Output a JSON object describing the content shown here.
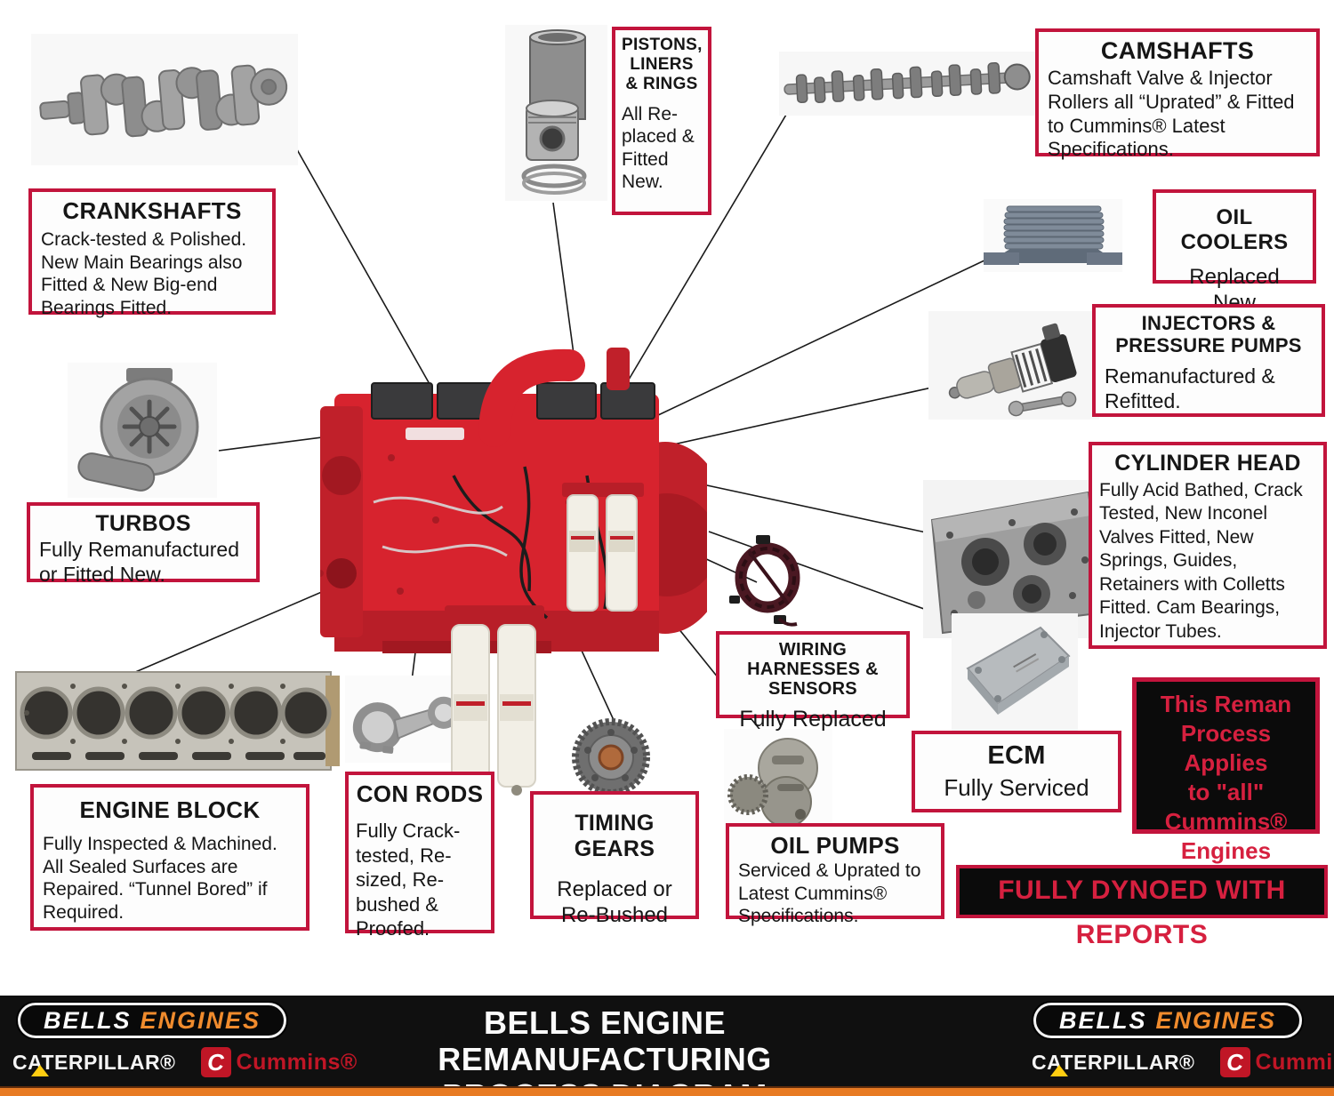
{
  "callouts": {
    "crankshafts": {
      "title": "CRANKSHAFTS",
      "body": "Crack-tested & Polished. New Main Bearings also Fitted & New Big-end Bearings Fitted."
    },
    "pistons": {
      "title": "PISTONS, LINERS & RINGS",
      "body": "All Re-placed & Fitted New."
    },
    "camshafts": {
      "title": "CAMSHAFTS",
      "body": "Camshaft Valve & Injector Rollers all “Uprated” & Fitted to Cummins® Latest Specifications."
    },
    "oil_coolers": {
      "title": "OIL COOLERS",
      "body": "Replaced New"
    },
    "injectors": {
      "title": "INJECTORS & PRESSURE PUMPS",
      "body": "Remanufactured & Refitted."
    },
    "cylinder_head": {
      "title": "CYLINDER HEAD",
      "body": "Fully Acid Bathed, Crack Tested, New Inconel Valves Fitted, New Springs, Guides, Retainers with Colletts Fitted. Cam Bearings, Injector Tubes."
    },
    "turbos": {
      "title": "TURBOS",
      "body": "Fully Remanufactured or Fitted New."
    },
    "engine_block": {
      "title": "ENGINE BLOCK",
      "body": "Fully Inspected & Machined. All Sealed Surfaces are Repaired. “Tunnel Bored” if Required."
    },
    "con_rods": {
      "title": "CON RODS",
      "body": "Fully Crack-tested, Re-sized, Re-bushed & Proofed."
    },
    "timing_gears": {
      "title": "TIMING GEARS",
      "body": "Replaced or Re-Bushed"
    },
    "oil_pumps": {
      "title": "OIL PUMPS",
      "body": "Serviced & Uprated to Latest Cummins® Specifications."
    },
    "wiring_harnesses": {
      "title": "WIRING HARNESSES & SENSORS",
      "body": "Fully Replaced"
    },
    "ecm": {
      "title": "ECM",
      "body": "Fully Serviced"
    }
  },
  "banners": {
    "reman_note": "This Reman\nProcess Applies\nto \"all\"\nCummins®\nEngines",
    "dyno_note": "FULLY DYNOED WITH REPORTS"
  },
  "footer": {
    "brand_bells": "BELLS",
    "brand_engines": "ENGINES",
    "caterpillar_label": "CATERPILLAR®",
    "cummins_label": "Cummins®",
    "cummins_monogram": "C",
    "title_line1": "BELLS ENGINE REMANUFACTURING",
    "title_line2": "PROCESS DIAGRAM"
  },
  "images": {
    "engine": "red-cummins-diesel-engine",
    "crankshaft": "crankshaft",
    "pistons": "piston-liner-and-rings",
    "camshaft": "camshaft",
    "oil_cooler": "oil-cooler",
    "injector": "injector-and-pressure-pump",
    "cylinder_head": "cylinder-head",
    "turbo": "turbocharger",
    "engine_block": "engine-block",
    "con_rod": "connecting-rod",
    "timing_gear": "timing-gear",
    "oil_pump": "oil-pump",
    "wiring_harness": "wiring-harness",
    "ecm": "ecm-module"
  },
  "colors": {
    "callout_border": "#c2143c",
    "banner_bg": "#0b0b0b",
    "banner_text": "#d6203f",
    "footer_bg": "#101010",
    "footer_stripe": "#e87b23",
    "brand_orange": "#f08b2d",
    "engine_red": "#d7232e",
    "caterpillar_yellow": "#ffcd11",
    "cummins_red": "#c01626"
  }
}
